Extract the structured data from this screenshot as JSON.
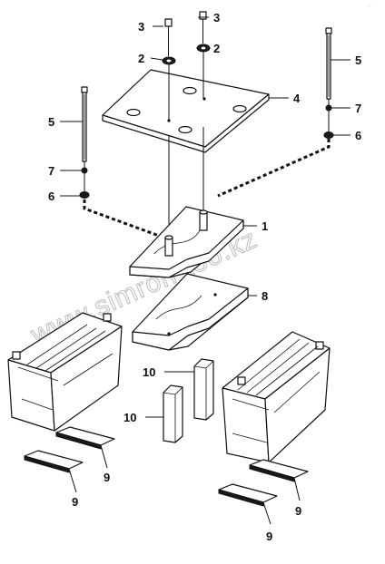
{
  "watermark": "www.simron-too.kz",
  "corner_mark": "☞",
  "callouts": {
    "c1": "1",
    "c2a": "2",
    "c2b": "2",
    "c3a": "3",
    "c3b": "3",
    "c4": "4",
    "c5a": "5",
    "c5b": "5",
    "c6a": "6",
    "c6b": "6",
    "c7a": "7",
    "c7b": "7",
    "c8": "8",
    "c9a": "9",
    "c9b": "9",
    "c9c": "9",
    "c9d": "9",
    "c10a": "10",
    "c10b": "10"
  }
}
